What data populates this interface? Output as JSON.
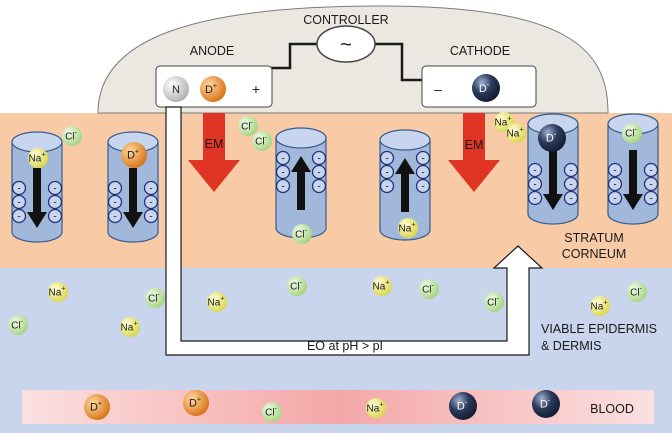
{
  "labels": {
    "controller": "CONTROLLER",
    "controller_symbol": "~",
    "anode": "ANODE",
    "cathode": "CATHODE",
    "anode_sign": "+",
    "cathode_sign": "–",
    "em": "EM",
    "eo": "EO at pH > pI",
    "stratum": "STRATUM",
    "corneum": "CORNEUM",
    "epidermis": "VIABLE EPIDERMIS",
    "dermis": "& DERMIS",
    "blood": "BLOOD"
  },
  "ions": {
    "n": "N",
    "d_plus": "D",
    "d_minus": "D",
    "na": "Na",
    "cl": "Cl",
    "plus_sup": "+",
    "minus_sup": "-"
  },
  "pore_charge": "-",
  "colors": {
    "stratum_corneum": "#f7c9a5",
    "epidermis": "#c9d6ec",
    "blood": "#f6b3b3",
    "dome": "#ece9e2",
    "em_arrow": "#e03525",
    "pore": "#9fb6d9",
    "pore_ring": "#1f3378",
    "na_ion": "#ebe86a",
    "cl_ion": "#bfe39a",
    "d_plus_ion": "#e6851b",
    "d_minus_ion": "#1f2b44"
  }
}
